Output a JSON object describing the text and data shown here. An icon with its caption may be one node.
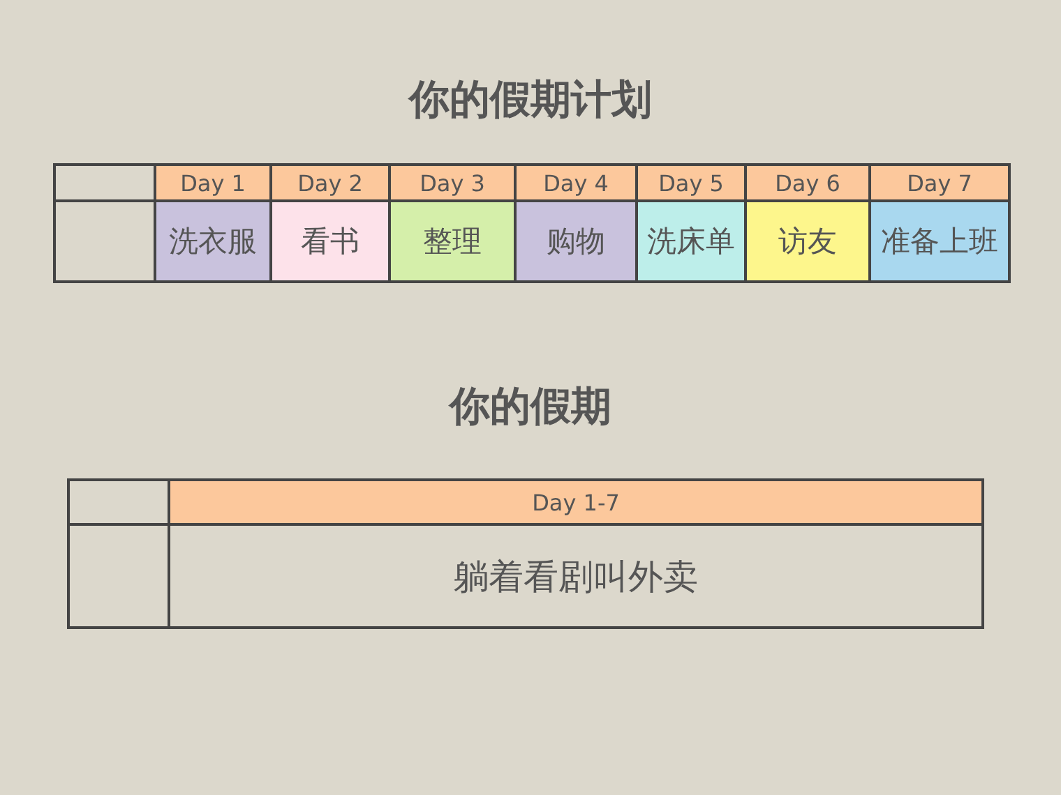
{
  "diagram": {
    "title": "你的假期计划",
    "labels": [
      "Day 1",
      "Day 2",
      "Day 3",
      "Day 4",
      "Day 5",
      "Day 6",
      "Day 7",
      "洗衣服",
      "看书",
      "整理",
      "购物",
      "洗床单",
      "访友",
      "准备上班",
      "你的假期",
      "Day 1-7",
      "躺着看剧叫外卖"
    ]
  }
}
